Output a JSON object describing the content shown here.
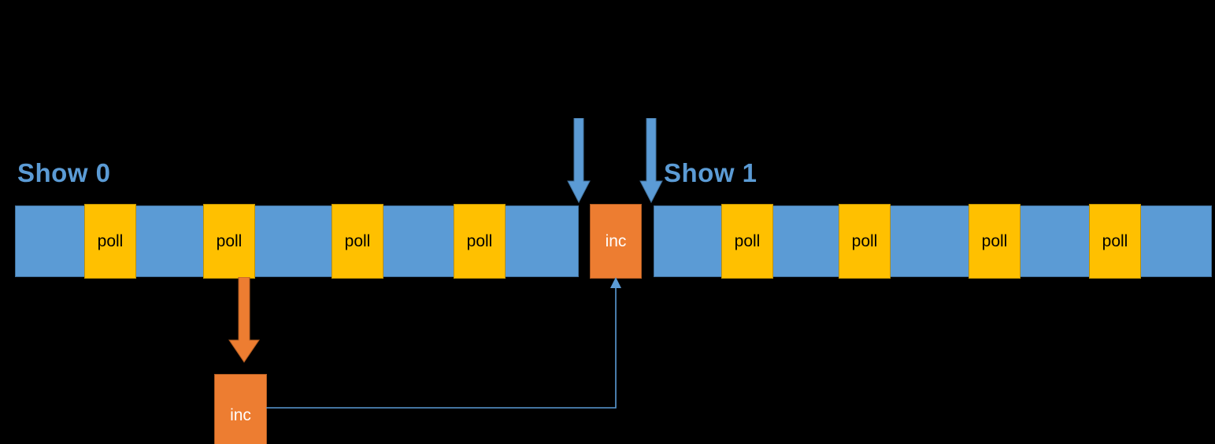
{
  "diagram": {
    "title": "Show frame poll / inc timeline",
    "colors": {
      "background": "#000000",
      "frame_blue": "#5B9BD5",
      "frame_blue_border": "#41719C",
      "poll_yellow": "#FFC000",
      "poll_yellow_border": "#BF9000",
      "inc_orange": "#ED7D31",
      "inc_orange_border": "#AE5A21",
      "label_blue": "#5B9BD5",
      "poll_text": "#000000",
      "inc_text": "#FFFFFF"
    },
    "labels": [
      {
        "id": "show-0",
        "text": "Show 0"
      },
      {
        "id": "show-1",
        "text": "Show 1"
      }
    ],
    "timelines": [
      {
        "id": "timeline-left",
        "label": "Show 0",
        "blocks": [
          {
            "type": "idle",
            "text": ""
          },
          {
            "type": "poll",
            "text": "poll"
          },
          {
            "type": "idle",
            "text": ""
          },
          {
            "type": "poll",
            "text": "poll"
          },
          {
            "type": "idle",
            "text": ""
          },
          {
            "type": "poll",
            "text": "poll"
          },
          {
            "type": "idle",
            "text": ""
          },
          {
            "type": "poll",
            "text": "poll"
          },
          {
            "type": "idle",
            "text": ""
          }
        ]
      },
      {
        "id": "timeline-right",
        "label": "Show 1",
        "blocks": [
          {
            "type": "idle",
            "text": ""
          },
          {
            "type": "poll",
            "text": "poll"
          },
          {
            "type": "idle",
            "text": ""
          },
          {
            "type": "poll",
            "text": "poll"
          },
          {
            "type": "idle",
            "text": ""
          },
          {
            "type": "poll",
            "text": "poll"
          },
          {
            "type": "idle",
            "text": ""
          },
          {
            "type": "poll",
            "text": "poll"
          },
          {
            "type": "idle",
            "text": ""
          }
        ]
      }
    ],
    "poll_blocks_left": [
      {
        "text": "poll"
      },
      {
        "text": "poll"
      },
      {
        "text": "poll"
      },
      {
        "text": "poll"
      }
    ],
    "poll_blocks_right": [
      {
        "text": "poll"
      },
      {
        "text": "poll"
      },
      {
        "text": "poll"
      },
      {
        "text": "poll"
      }
    ],
    "inc_blocks": [
      {
        "id": "inc-timeline",
        "text": "inc"
      },
      {
        "id": "inc-offline",
        "text": "inc"
      }
    ],
    "arrows": [
      {
        "id": "frame-arrow-0",
        "direction": "down",
        "color": "#5B9BD5"
      },
      {
        "id": "frame-arrow-1",
        "direction": "down",
        "color": "#5B9BD5"
      },
      {
        "id": "inc-drop-arrow",
        "direction": "down",
        "color": "#ED7D31"
      },
      {
        "id": "inc-return-connector",
        "direction": "up",
        "color": "#5B9BD5"
      }
    ]
  }
}
